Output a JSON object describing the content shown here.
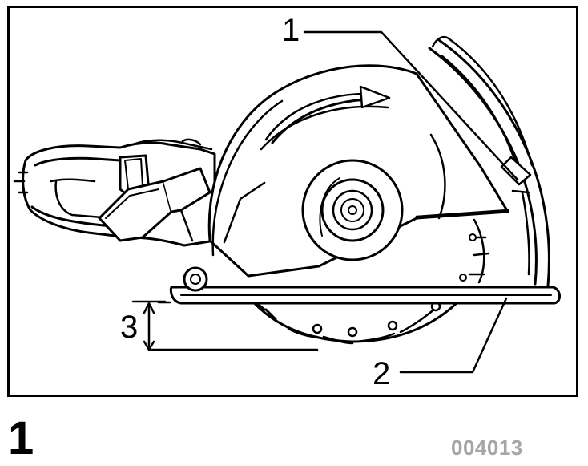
{
  "figure": {
    "number": "1",
    "code": "004013",
    "callouts": [
      {
        "id": "1",
        "label": "1"
      },
      {
        "id": "2",
        "label": "2"
      },
      {
        "id": "3",
        "label": "3"
      }
    ]
  },
  "colors": {
    "line": "#000000",
    "code_text": "#a6a6a6",
    "background": "#ffffff"
  }
}
